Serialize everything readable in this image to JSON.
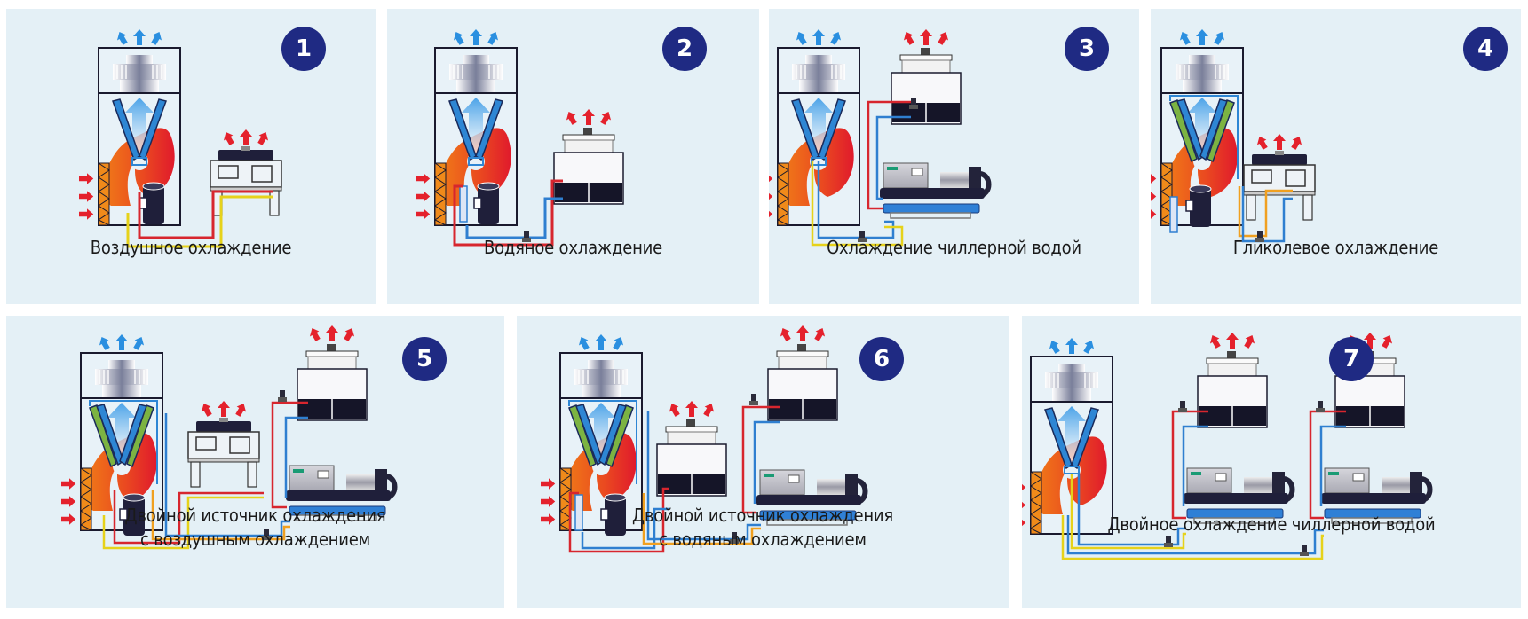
{
  "title": "Cooling methods for precision air conditioners",
  "colors": {
    "panel_bg": "#e4f0f6",
    "badge": "#1f2a83",
    "hot_air": "#e4212c",
    "cold_air": "#2a8fe0",
    "pipe_red": "#d7262e",
    "pipe_blue": "#2f7fd0",
    "pipe_yellow": "#e6d21a",
    "pipe_orange": "#f0a020",
    "coil_green": "#7cb342"
  },
  "panels": [
    {
      "number": "1",
      "caption": [
        "Воздушное охлаждение"
      ],
      "type": "air-cooled",
      "external": [
        "dry-condenser"
      ]
    },
    {
      "number": "2",
      "caption": [
        "Водяное охлаждение"
      ],
      "type": "water-cooled",
      "external": [
        "cooling-tower"
      ]
    },
    {
      "number": "3",
      "caption": [
        "Охлаждение чиллерной водой"
      ],
      "type": "chilled-water",
      "external": [
        "cooling-tower",
        "chiller"
      ]
    },
    {
      "number": "4",
      "caption": [
        "Гликолевое охлаждение"
      ],
      "type": "glycol-cooled",
      "external": [
        "dry-cooler"
      ]
    },
    {
      "number": "5",
      "caption": [
        "Двойной источник охлаждения",
        "с воздушным охлаждением"
      ],
      "type": "dual-source-air",
      "external": [
        "dry-condenser",
        "cooling-tower",
        "chiller"
      ]
    },
    {
      "number": "6",
      "caption": [
        "Двойной источник охлаждения",
        "с водяным охлаждением"
      ],
      "type": "dual-source-water",
      "external": [
        "cooling-tower",
        "cooling-tower",
        "chiller"
      ]
    },
    {
      "number": "7",
      "caption": [
        "Двойное охлаждение чиллерной водой"
      ],
      "type": "dual-chilled-water",
      "external": [
        "cooling-tower",
        "chiller",
        "cooling-tower",
        "chiller"
      ]
    }
  ]
}
